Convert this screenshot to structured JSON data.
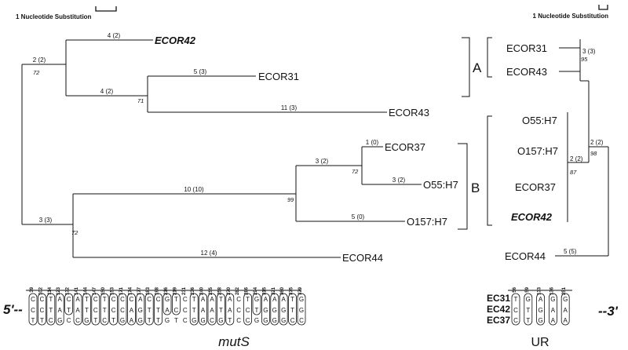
{
  "scale_left": "1 Nucleotide Substitution",
  "scale_right": "1 Nucleotide Substitution",
  "left_tree": {
    "taxa": [
      {
        "name": "ECOR42",
        "bold": true
      },
      {
        "name": "ECOR31",
        "bold": false
      },
      {
        "name": "ECOR43",
        "bold": false
      },
      {
        "name": "ECOR37",
        "bold": false
      },
      {
        "name": "O55:H7",
        "bold": false
      },
      {
        "name": "O157:H7",
        "bold": false
      },
      {
        "name": "ECOR44",
        "bold": false
      }
    ],
    "branch_labels": [
      "4 (2)",
      "2 (2)",
      "5 (3)",
      "4 (2)",
      "11 (3)",
      "1 (0)",
      "3 (2)",
      "3 (2)",
      "10 (10)",
      "5 (0)",
      "3 (3)",
      "12 (4)"
    ],
    "bootstrap": [
      "72",
      "71",
      "72",
      "99",
      "72"
    ]
  },
  "groups": [
    "A",
    "B"
  ],
  "right_tree": {
    "taxa": [
      {
        "name": "ECOR31",
        "bold": false
      },
      {
        "name": "ECOR43",
        "bold": false
      },
      {
        "name": "O55:H7",
        "bold": false
      },
      {
        "name": "O157:H7",
        "bold": false
      },
      {
        "name": "ECOR37",
        "bold": false
      },
      {
        "name": "ECOR42",
        "bold": true
      },
      {
        "name": "ECOR44",
        "bold": false
      }
    ],
    "branch_labels": [
      "3 (3)",
      "2 (2)",
      "2 (2)",
      "5 (5)"
    ],
    "bootstrap": [
      "95",
      "87",
      "98"
    ]
  },
  "alignment": {
    "end5": "5'--",
    "end3": "--3'",
    "row_labels": [
      "EC31",
      "EC42",
      "EC37"
    ],
    "mutS": {
      "gene": "mutS",
      "positions": [
        "39",
        "102",
        "114",
        "123",
        "132",
        "141",
        "144",
        "147",
        "150",
        "153",
        "171",
        "174",
        "177",
        "183",
        "198",
        "216",
        "219",
        "231",
        "236",
        "240",
        "255",
        "258",
        "270",
        "282",
        "286",
        "294",
        "315",
        "321",
        "360",
        "375",
        "379"
      ],
      "rows": [
        [
          "C",
          "C",
          "T",
          "A",
          "C",
          "A",
          "T",
          "C",
          "T",
          "C",
          "C",
          "C",
          "A",
          "C",
          "C",
          "G",
          "T",
          "C",
          "T",
          "A",
          "A",
          "T",
          "A",
          "C",
          "T",
          "G",
          "A",
          "A",
          "A",
          "T",
          "G"
        ],
        [
          "C",
          "C",
          "T",
          "A",
          "T",
          "A",
          "T",
          "C",
          "T",
          "C",
          "C",
          "A",
          "G",
          "T",
          "T",
          "A",
          "C",
          "C",
          "T",
          "A",
          "A",
          "T",
          "A",
          "C",
          "C",
          "T",
          "G",
          "G",
          "G",
          "T",
          "G"
        ],
        [
          "T",
          "T",
          "C",
          "G",
          "C",
          "C",
          "G",
          "T",
          "C",
          "T",
          "G",
          "A",
          "G",
          "T",
          "T",
          "G",
          "T",
          "C",
          "G",
          "G",
          "C",
          "G",
          "T",
          "C",
          "C",
          "G",
          "G",
          "G",
          "G",
          "C",
          "C"
        ]
      ]
    },
    "UR": {
      "gene": "UR",
      "positions": [
        "56",
        "59",
        "133",
        "136",
        "251"
      ],
      "rows": [
        [
          "T",
          "G",
          "A",
          "G",
          "G"
        ],
        [
          "C",
          "T",
          "G",
          "A",
          "A"
        ],
        [
          "C",
          "T",
          "G",
          "A",
          "A"
        ]
      ]
    }
  }
}
